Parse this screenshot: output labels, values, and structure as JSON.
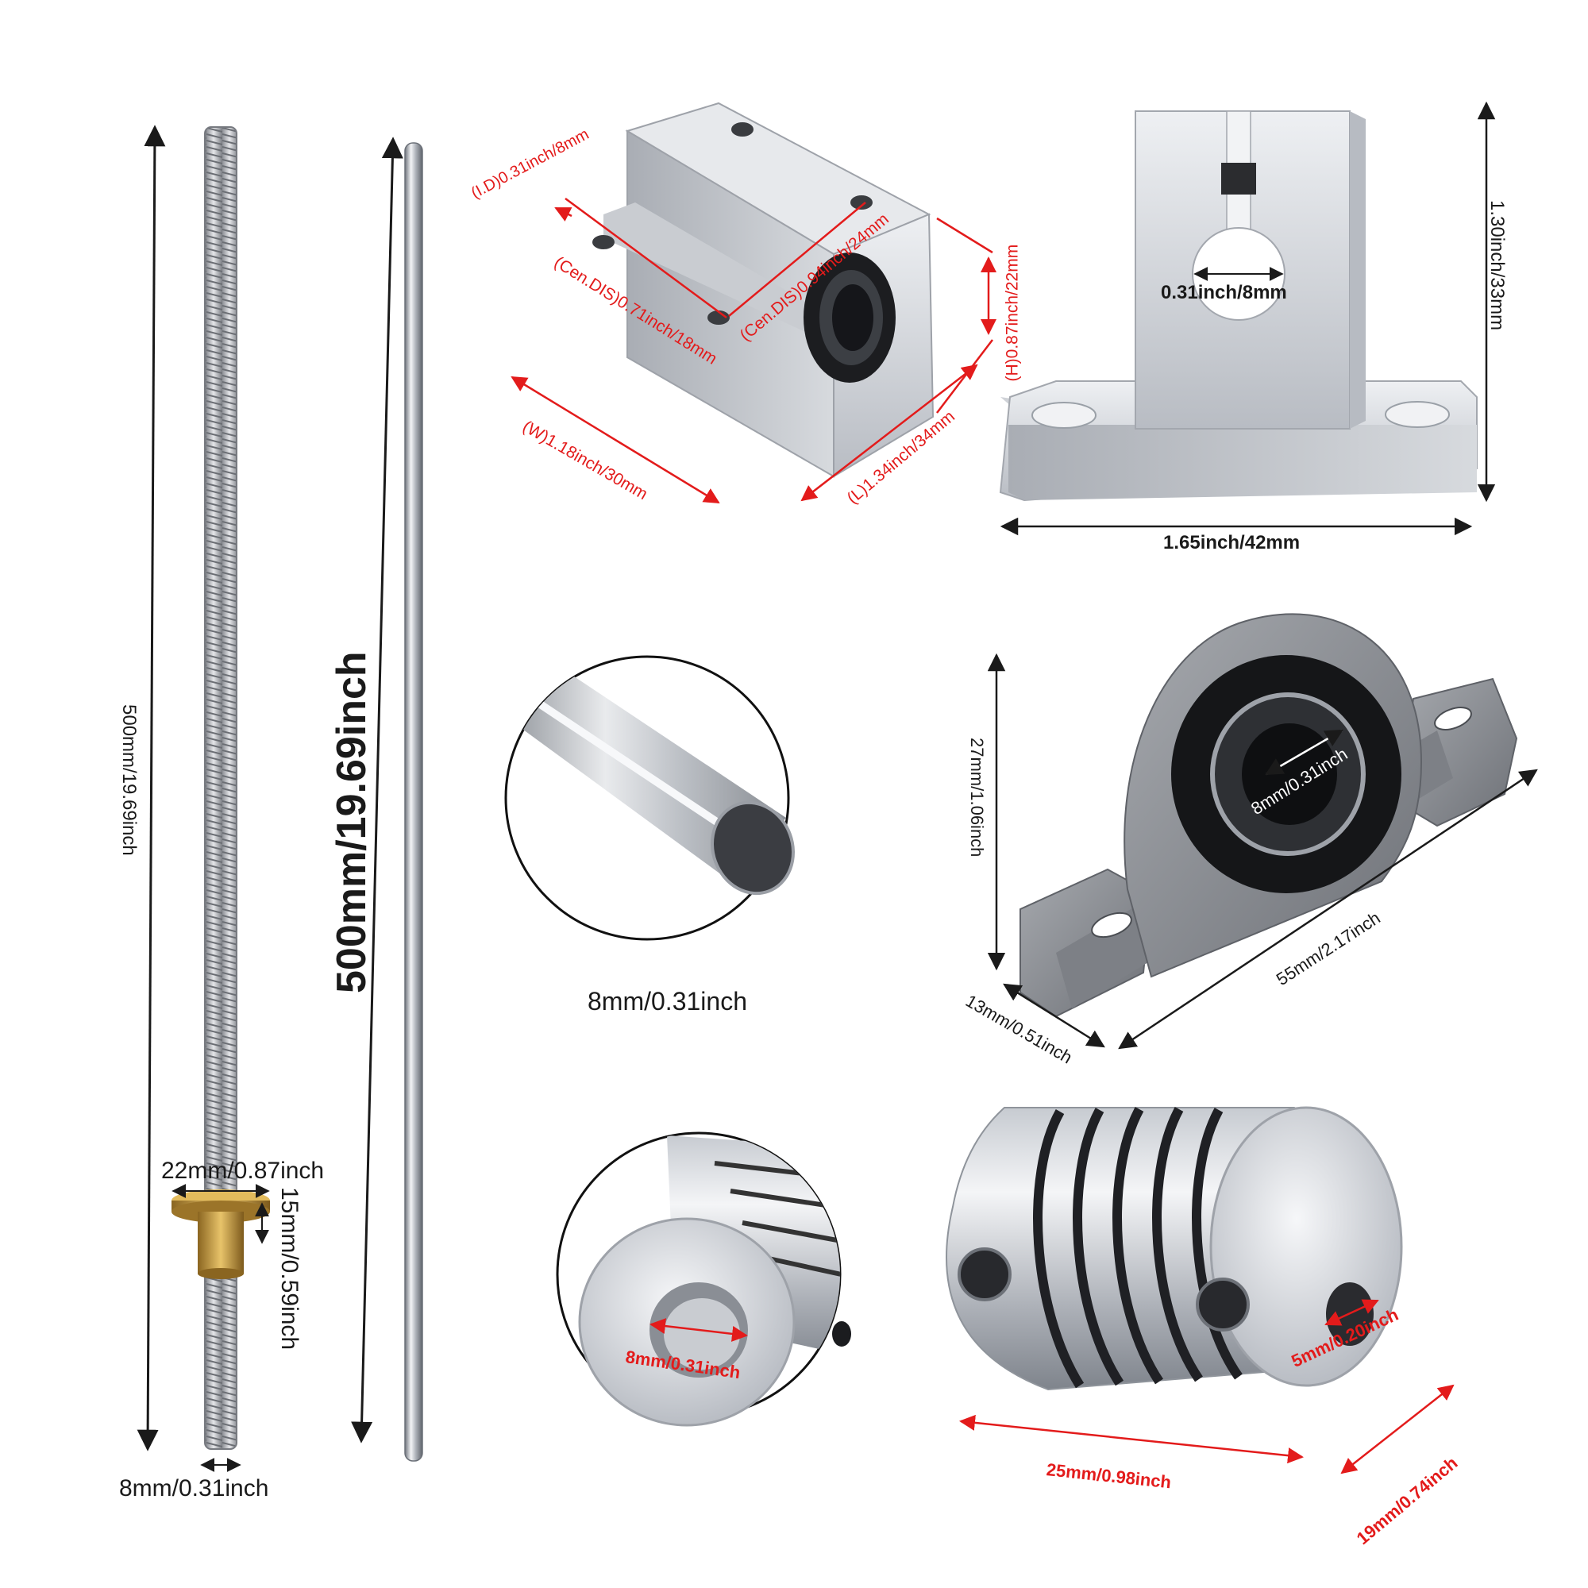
{
  "colors": {
    "red_dim": "#e31b1b",
    "black_dim": "#1a1a1a",
    "metal_light": "#e4e6ea",
    "metal_mid": "#b9bdc4",
    "metal_dark": "#7e838b",
    "cast_gray": "#8e9196",
    "brass": "#c89a3a"
  },
  "icons": {
    "lead_screw": "lead-screw-icon",
    "rod": "linear-rod-icon",
    "bearing_block": "linear-bearing-block-icon",
    "shaft_support": "shaft-support-icon",
    "rod_end": "rod-end-closeup-icon",
    "pillow_block": "pillow-block-bearing-icon",
    "coupler": "flexible-coupler-icon"
  },
  "labels": {
    "screw_length": "500mm/19.69inch",
    "screw_diameter": "8mm/0.31inch",
    "nut_diameter": "22mm/0.87inch",
    "nut_length": "15mm/0.59inch",
    "rod_length": "500mm/19.69inch",
    "block_id": "(I.D)0.31inch/8mm",
    "block_cen_dis_1": "(Cen.DIS)0.71inch/18mm",
    "block_cen_dis_2": "(Cen.DIS)0.94inch/24mm",
    "block_height": "(H)0.87inch/22mm",
    "block_width": "(W)1.18inch/30mm",
    "block_length": "(L)1.34inch/34mm",
    "support_bore": "0.31inch/8mm",
    "support_height": "1.30inch/33mm",
    "support_width": "1.65inch/42mm",
    "rod_end_diameter": "8mm/0.31inch",
    "pillow_bore": "8mm/0.31inch",
    "pillow_height": "27mm/1.06inch",
    "pillow_length": "55mm/2.17inch",
    "pillow_thickness": "13mm/0.51inch",
    "coupler_bore_8": "8mm/0.31inch",
    "coupler_bore_5": "5mm/0.20inch",
    "coupler_length": "25mm/0.98inch",
    "coupler_diameter": "19mm/0.74inch"
  }
}
